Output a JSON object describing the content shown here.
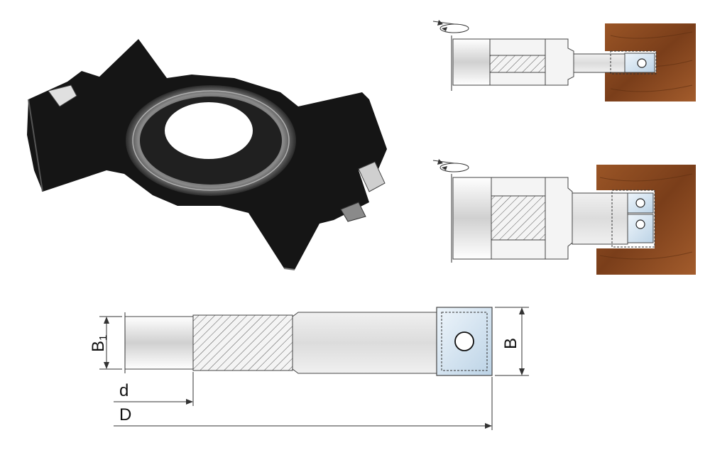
{
  "labels": {
    "b1_main": "B",
    "b1_sub": "1",
    "b": "B",
    "d_small": "d",
    "d_large": "D"
  },
  "colors": {
    "tool_steel": "#161616",
    "wood": "#8a4a22",
    "body_gray": "#e8e8e8",
    "carbide_blue": "#d6e6f2",
    "line": "#333333"
  },
  "icons": [
    "rotation-arrow-icon",
    "rotation-arrow-icon"
  ]
}
